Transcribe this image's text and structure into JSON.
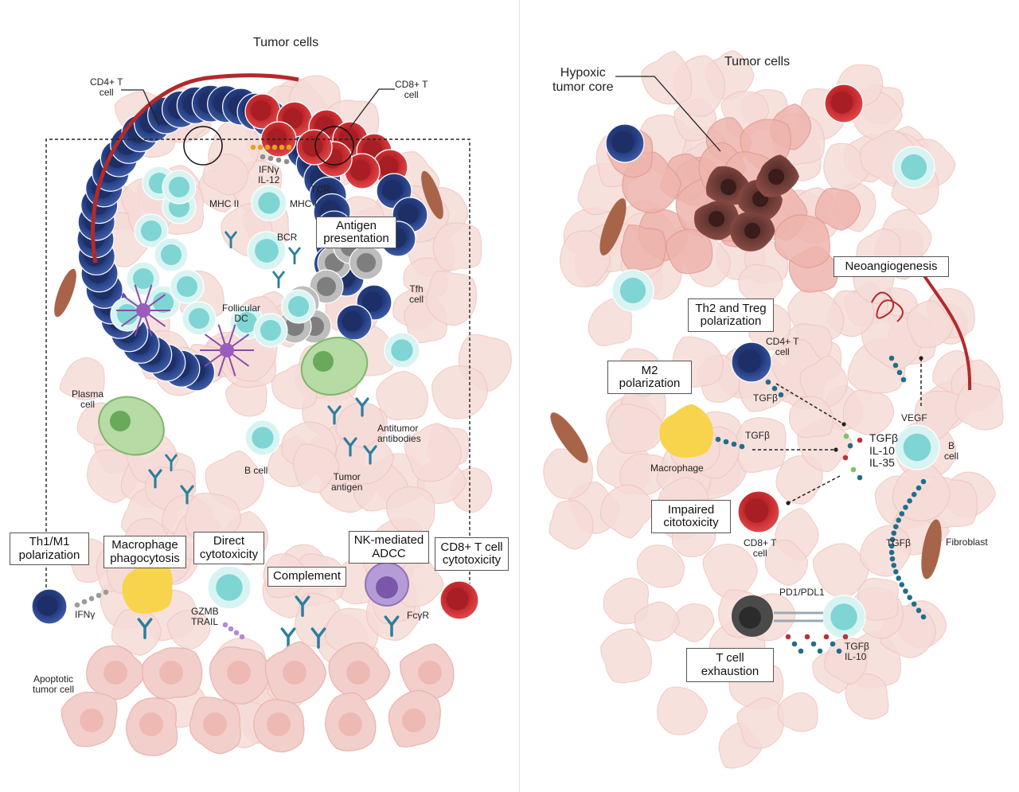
{
  "left_panel": {
    "title": "Tumor cells",
    "cells": {
      "cd4": "CD4+ T\ncell",
      "cd8": "CD8+ T\ncell",
      "tfh": "Tfh\ncell",
      "follicular_dc": "Follicular\nDC",
      "plasma": "Plasma\ncell",
      "b_cell": "B cell"
    },
    "molecules": {
      "ifn_il12": "IFNγ\nIL-12",
      "mhc2": "MHC II",
      "mhc1": "MHC I",
      "tcr": "TCR",
      "bcr": "BCR",
      "antibodies": "Antitumor\nantibodies",
      "tumor_antigen": "Tumor\nantigen",
      "ifny": "IFNγ",
      "gzmb": "GZMB\nTRAIL",
      "fcyr": "FcγR"
    },
    "boxes": {
      "antigen_presentation": "Antigen\npresentation",
      "th1_m1": "Th1/M1\npolarization",
      "macrophage_phago": "Macrophage\nphagocytosis",
      "direct_cyto": "Direct\ncytotoxicity",
      "complement": "Complement",
      "nk_adcc": "NK-mediated\nADCC",
      "cd8_cyto": "CD8+ T cell\ncytotoxicity"
    },
    "apoptotic": "Apoptotic\ntumor cell"
  },
  "right_panel": {
    "title": "Tumor cells",
    "hypoxic": "Hypoxic\ntumor core",
    "boxes": {
      "neoangiogenesis": "Neoangiogenesis",
      "th2_treg": "Th2 and Treg\npolarization",
      "m2": "M2\npolarization",
      "impaired": "Impaired\ncitotoxicity",
      "exhaustion": "T cell\nexhaustion"
    },
    "labels": {
      "cd4": "CD4+ T\ncell",
      "tgfb1": "TGFβ",
      "tgfb2": "TGFβ",
      "cytokines": "TGFβ\nIL-10\nIL-35",
      "macrophage": "Macrophage",
      "vegf": "VEGF",
      "b_cell": "B\ncell",
      "cd8": "CD8+ T\ncell",
      "tgfb3": "TGFβ",
      "fibroblast": "Fibroblast",
      "pd1": "PD1/PDL1",
      "tgfb_il10": "TGFβ\nIL-10"
    }
  },
  "colors": {
    "tumor_fill": "#f6dcd8",
    "tumor_stroke": "#efc6c0",
    "core_fill": "#e7a9a0",
    "necrotic": "#6b3a35",
    "cd4_blue": "#34509a",
    "cd4_dark": "#1d2f66",
    "cd8_red": "#d8383b",
    "cd8_dark": "#a71f24",
    "b_cell": "#7fd5d3",
    "b_cell_light": "#c9efee",
    "tfh_gray": "#9b9b9b",
    "plasma_green": "#8cc47a",
    "macrophage_yellow": "#f7d44c",
    "nk_purple": "#8f73b7",
    "vessel": "#b22a2c",
    "fibroblast": "#a86448",
    "dot_blue": "#1f6f8b",
    "antibody": "#2c7f9f"
  }
}
